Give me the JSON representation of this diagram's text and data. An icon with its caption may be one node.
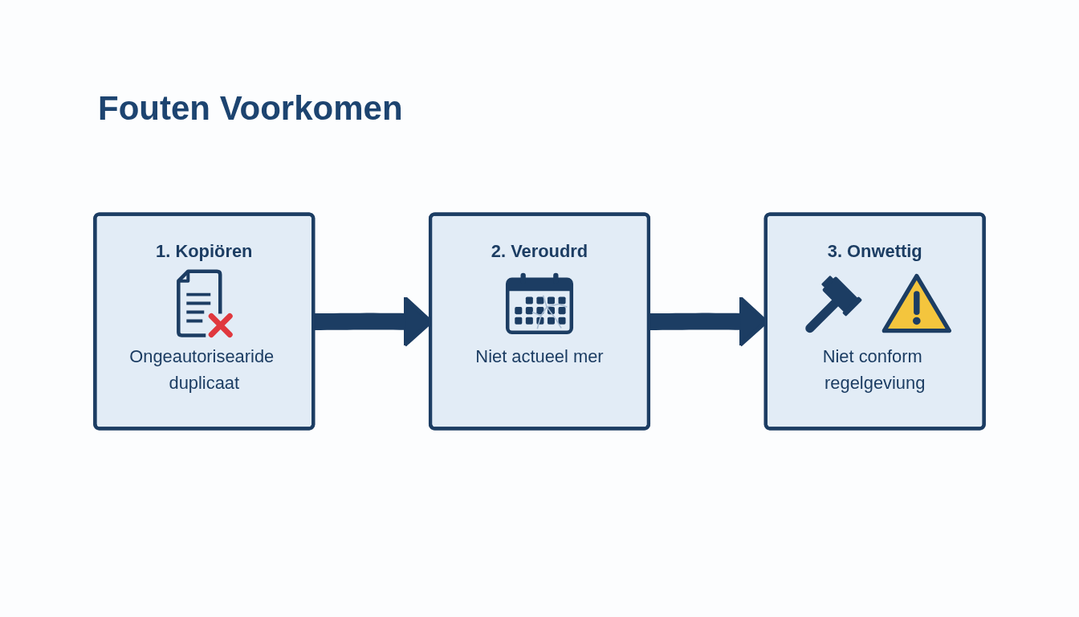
{
  "diagram": {
    "title": "Fouten Voorkomen",
    "nodes": [
      {
        "text": [
          "1. Kopiören",
          "Ongeautorisearide duplicaat"
        ]
      },
      {
        "text": [
          "2. Veroudrd",
          "Niet actueel mer"
        ]
      },
      {
        "text": [
          "3. Onwettig",
          "Niet conform regelgeviung"
        ]
      }
    ],
    "edges": [
      {
        "from": 0,
        "to": 1,
        "arrow": "to"
      },
      {
        "from": 1,
        "to": 2,
        "arrow": "to"
      }
    ]
  }
}
